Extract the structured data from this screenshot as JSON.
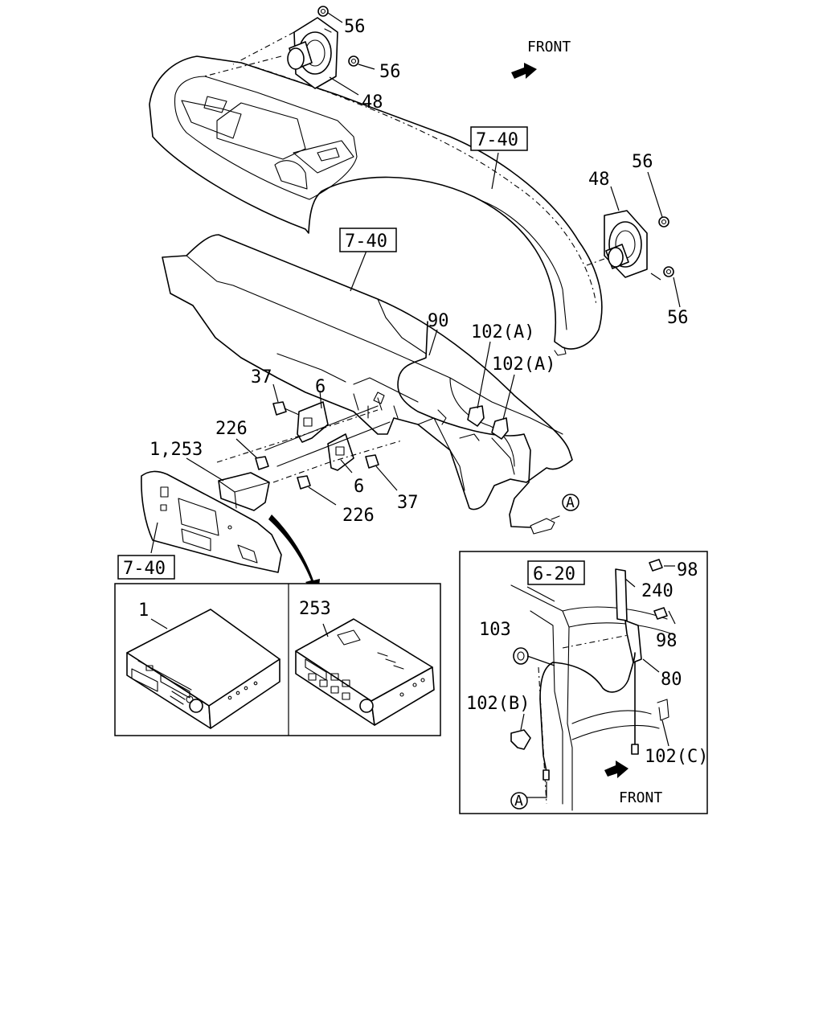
{
  "labels": {
    "front_top": "FRONT",
    "front_detail": "FRONT",
    "ref_7_40_a": "7-40",
    "ref_7_40_b": "7-40",
    "ref_7_40_c": "7-40",
    "ref_6_20": "6-20",
    "p56_a": "56",
    "p56_b": "56",
    "p48_a": "48",
    "p48_b": "48",
    "p56_c": "56",
    "p56_d": "56",
    "p90": "90",
    "p102a_1": "102(A)",
    "p102a_2": "102(A)",
    "p37_a": "37",
    "p6_a": "6",
    "p226_a": "226",
    "p1_253": "1,253",
    "p6_b": "6",
    "p37_b": "37",
    "p226_b": "226",
    "p1": "1",
    "p253": "253",
    "callout_a_main": "A",
    "p98_a": "98",
    "p240": "240",
    "p98_b": "98",
    "p103": "103",
    "p80": "80",
    "p102b": "102(B)",
    "p102c": "102(C)",
    "callout_a_detail": "A"
  },
  "icons": {
    "front_arrow": "front-arrow-icon",
    "connector_callout": "circled-letter-icon"
  }
}
